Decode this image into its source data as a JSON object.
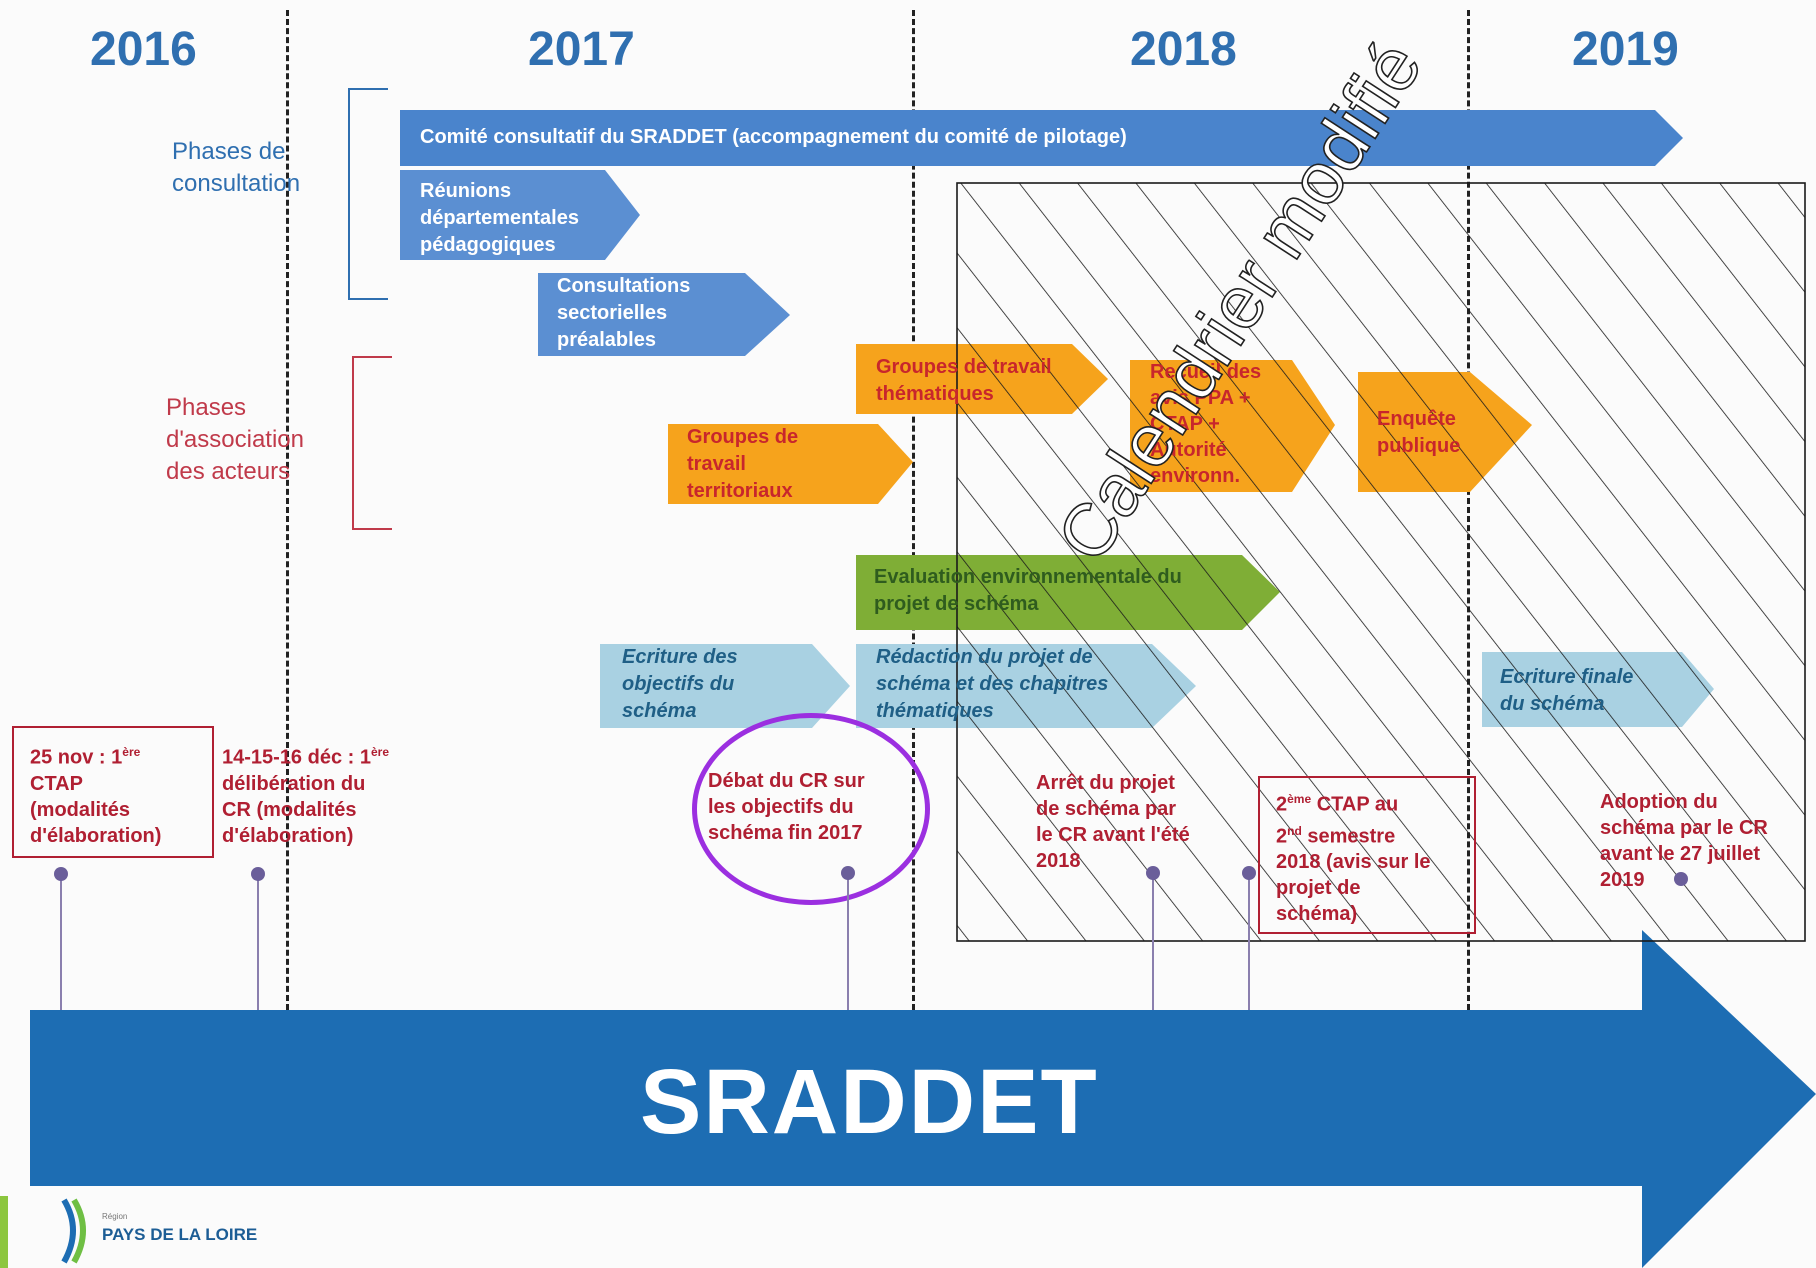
{
  "years": [
    "2016",
    "2017",
    "2018",
    "2019"
  ],
  "phases": {
    "consultation": {
      "label_line1": "Phases de",
      "label_line2": "consultation"
    },
    "association": {
      "label_line1": "Phases",
      "label_line2": "d'association",
      "label_line3": "des acteurs"
    }
  },
  "bars": {
    "comite": "Comité consultatif du SRADDET (accompagnement du comité de pilotage)",
    "reunions": [
      "Réunions",
      "départementales",
      "pédagogiques"
    ],
    "consultations": [
      "Consultations",
      "sectorielles",
      "préalables"
    ],
    "groupes_thematiques": [
      "Groupes de travail",
      "thématiques"
    ],
    "recueil": [
      "Recueil des",
      "avis PPA +",
      "CTAP +",
      "Autorité",
      "environn."
    ],
    "enquete": [
      "Enquête",
      "publique"
    ],
    "groupes_territoriaux": [
      "Groupes de",
      "travail",
      "territoriaux"
    ],
    "evaluation": [
      "Evaluation environnementale du",
      "projet de schéma"
    ],
    "ecriture_objectifs": [
      "Ecriture des",
      "objectifs du",
      "schéma"
    ],
    "redaction": [
      "Rédaction du projet de",
      "schéma et des chapitres",
      "thématiques"
    ],
    "ecriture_finale": [
      "Ecriture finale",
      "du schéma"
    ]
  },
  "events": {
    "e1": {
      "line1_pre": "25 nov : 1",
      "line1_sup": "ère",
      "line2": "CTAP",
      "line3": "(modalités",
      "line4": "d'élaboration)"
    },
    "e2": {
      "line1_pre": "14-15-16 déc : 1",
      "line1_sup": "ère",
      "line2": "délibération du",
      "line3": "CR (modalités",
      "line4": "d'élaboration)"
    },
    "e3": [
      "Débat du CR sur",
      "les objectifs du",
      "schéma fin 2017"
    ],
    "e4": [
      "Arrêt du projet",
      "de schéma par",
      "le CR avant l'été",
      "2018"
    ],
    "e5": {
      "line1_pre": "2",
      "line1_sup": "ème",
      "line1_post": " CTAP au",
      "line2_pre": "2",
      "line2_sup": "nd",
      "line2_post": " semestre",
      "line3": "2018 (avis sur le",
      "line4": "projet de",
      "line5": "schéma)"
    },
    "e6": [
      "Adoption du",
      "schéma par le CR",
      "avant le 27 juillet",
      "2019"
    ]
  },
  "main_arrow_label": "SRADDET",
  "watermark": "Calendrier modifié",
  "logo": {
    "small": "Région",
    "name": "PAYS DE LA LOIRE"
  },
  "colors": {
    "blue_bar": "#4a84cc",
    "orange_bar": "#f6a31c",
    "green_bar": "#7fae36",
    "lightblue_bar": "#a9d1e2",
    "event_red": "#b01f32",
    "main_arrow": "#1d6db3",
    "circle": "#9b2fe0"
  }
}
